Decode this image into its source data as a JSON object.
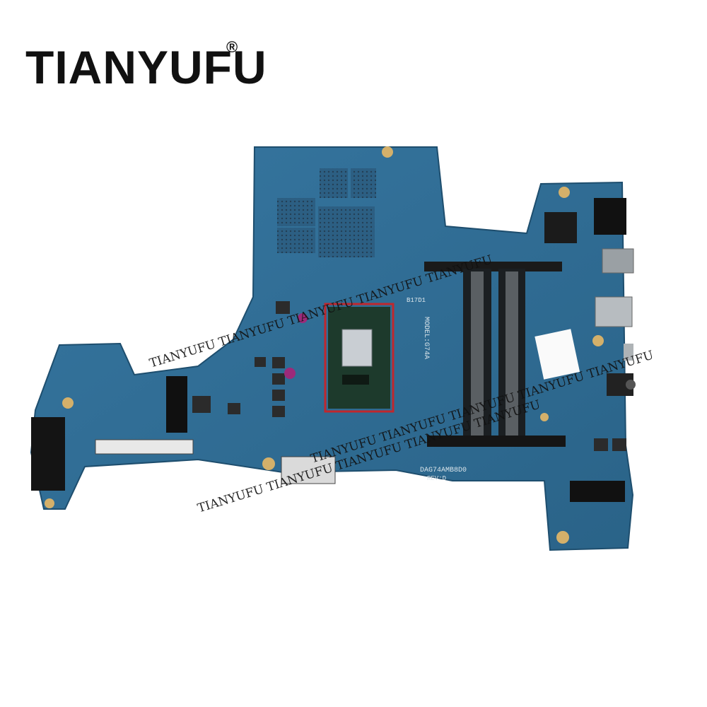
{
  "brand": {
    "name": "TIANYUFU",
    "mark": "®"
  },
  "watermarks": [
    "TIANYUFU TIANYUFU TIANYUFU TIANYUFU TIANYUFU",
    "TIANYUFU TIANYUFU TIANYUFU TIANYUFU TIANYUFU",
    "TIANYUFU TIANYUFU TIANYUFU TIANYUFU TIANYUFU"
  ],
  "silkscreen": {
    "model": "MODEL:G74A",
    "part": "DAG74AMB8D0",
    "rev": "REV:D",
    "code": "B17D1"
  },
  "colors": {
    "board": "#2f6c91",
    "board_dark": "#1e4e6e",
    "cpu": "#1d3a2c",
    "cpu_border": "#c0272d"
  }
}
